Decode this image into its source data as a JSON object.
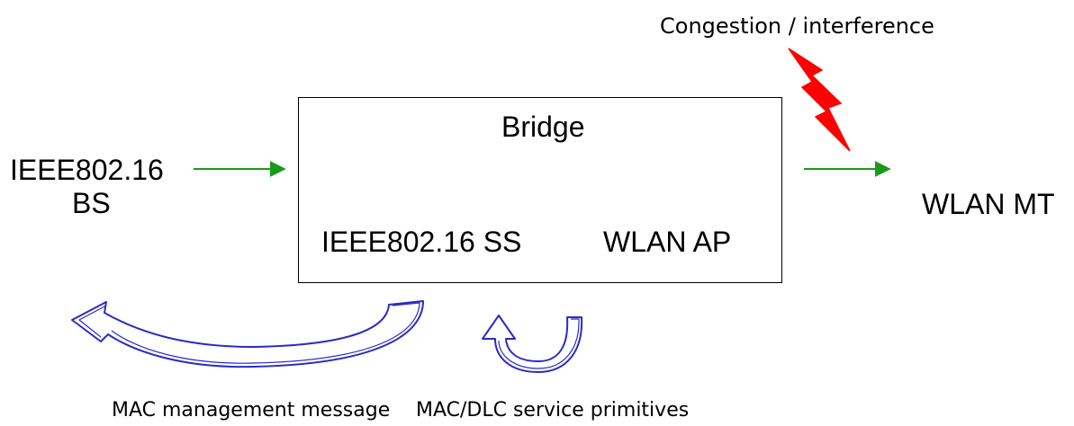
{
  "bridge": {
    "title": "Bridge",
    "left_component": "IEEE802.16 SS",
    "right_component": "WLAN AP"
  },
  "base_station": {
    "line1": "IEEE802.16",
    "line2": "BS"
  },
  "mobile_terminal": {
    "label": "WLAN MT"
  },
  "interference": {
    "label": "Congestion / interference"
  },
  "annotations": {
    "mac_management": "MAC management message",
    "service_primitives": "MAC/DLC service primitives"
  },
  "colors": {
    "flow_arrow": "#1a9a1a",
    "feedback_arrow": "#2b2bc4",
    "lightning": "#ff0000",
    "box_border": "#000000"
  },
  "icons": {
    "interference": "lightning-bolt-icon"
  }
}
